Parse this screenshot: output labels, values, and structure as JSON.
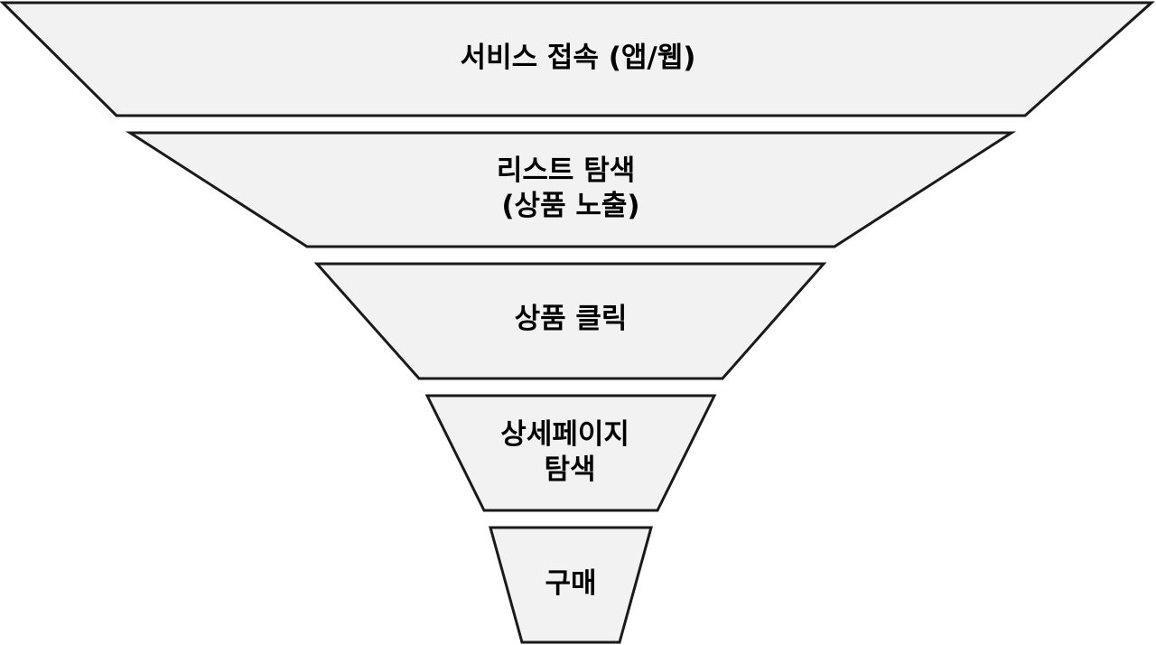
{
  "funnel": {
    "stages": [
      {
        "id": "service-access",
        "lines": [
          "서비스 접속 (앱/웹)"
        ]
      },
      {
        "id": "list-browse",
        "lines": [
          "리스트 탐색",
          "(상품 노출)"
        ]
      },
      {
        "id": "product-click",
        "lines": [
          "상품 클릭"
        ]
      },
      {
        "id": "detail-browse",
        "lines": [
          "상세페이지",
          "탐색"
        ]
      },
      {
        "id": "purchase",
        "lines": [
          "구매"
        ]
      }
    ],
    "colors": {
      "fill": "#f2f2f2",
      "stroke": "#1a1a1a",
      "text": "#000000"
    }
  }
}
